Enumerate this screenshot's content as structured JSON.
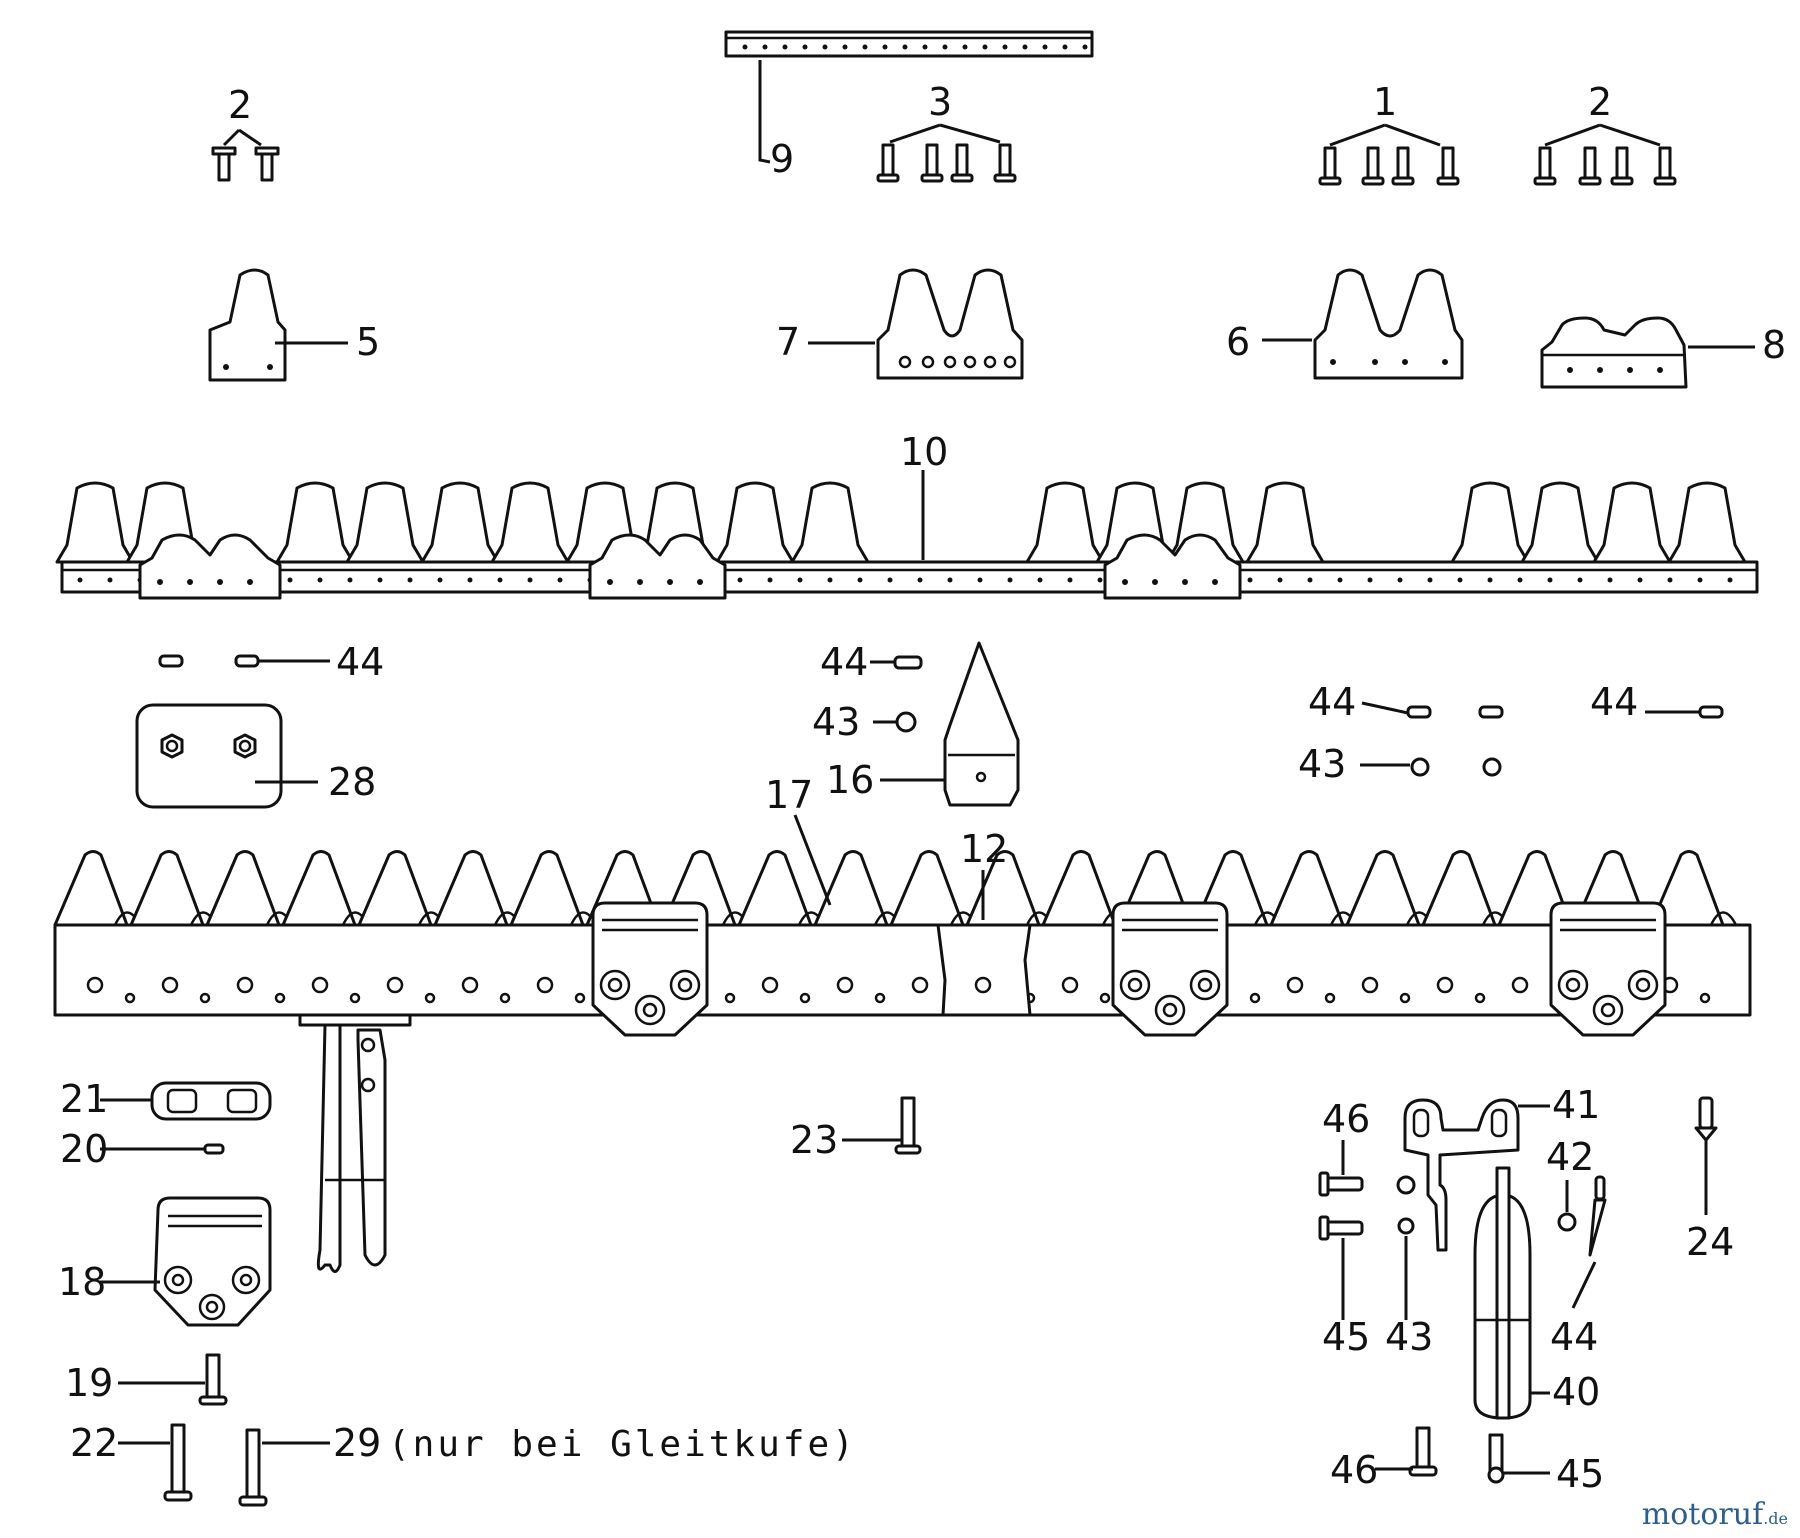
{
  "callouts": {
    "c1": "1",
    "c2a": "2",
    "c2b": "2",
    "c3": "3",
    "c5": "5",
    "c6": "6",
    "c7": "7",
    "c8": "8",
    "c9": "9",
    "c10": "10",
    "c12": "12",
    "c16": "16",
    "c17": "17",
    "c18": "18",
    "c19": "19",
    "c20": "20",
    "c21": "21",
    "c22": "22",
    "c23": "23",
    "c24": "24",
    "c28": "28",
    "c29": "29",
    "c40": "40",
    "c41": "41",
    "c42": "42",
    "c43a": "43",
    "c43b": "43",
    "c43c": "43",
    "c44a": "44",
    "c44b": "44",
    "c44c": "44",
    "c44d": "44",
    "c44e": "44",
    "c45a": "45",
    "c45b": "45",
    "c46a": "46",
    "c46b": "46"
  },
  "note_29": "(nur bei Gleitkufe)",
  "watermark": {
    "main": "motoruf",
    "suffix": ".de",
    "color": "#2a5f96"
  }
}
